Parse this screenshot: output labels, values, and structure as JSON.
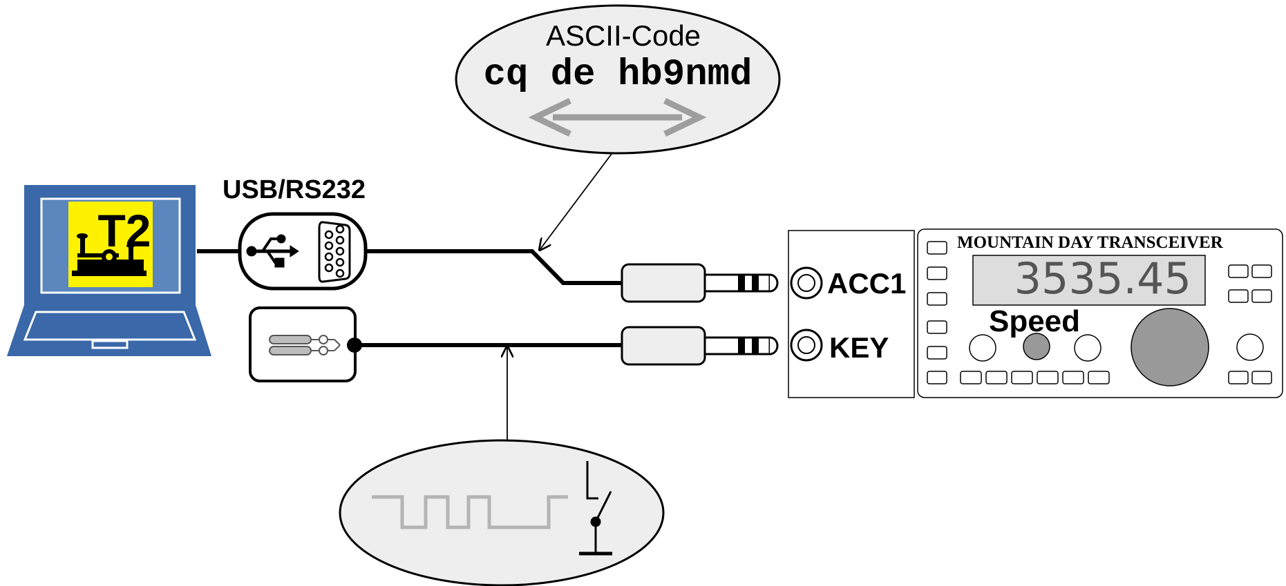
{
  "bubble_top": {
    "title": "ASCII-Code",
    "code_text": "cq de hb9nmd"
  },
  "laptop": {
    "logo_text": "T2"
  },
  "usb_label": "USB/RS232",
  "jacks": {
    "acc1": "ACC1",
    "key": "KEY"
  },
  "transceiver": {
    "brand": "MOUNTAIN DAY TRANSCEIVER",
    "frequency": "3535.45",
    "speed_label": "Speed"
  },
  "colors": {
    "laptop_blue": "#3A68A8",
    "screen_blue": "#5B86BE",
    "logo_yellow": "#FFF200",
    "bubble_fill": "#EEEEEE",
    "arrow_grey": "#9E9E9E",
    "display_grey": "#DDDDDD",
    "knob_grey": "#999999"
  }
}
